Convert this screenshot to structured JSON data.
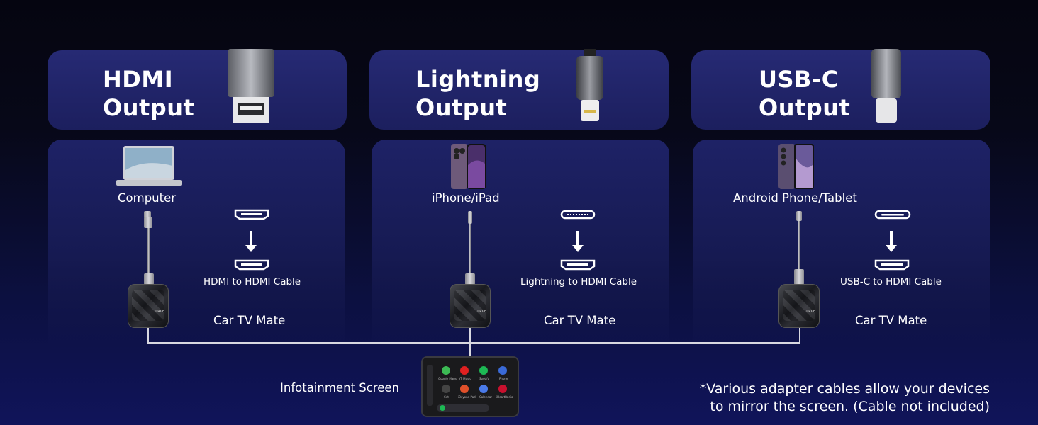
{
  "headers": [
    {
      "line1": "HDMI",
      "line2": "Output",
      "connector_icon": "hdmi-plug-icon"
    },
    {
      "line1": "Lightning",
      "line2": "Output",
      "connector_icon": "lightning-plug-icon"
    },
    {
      "line1": "USB-C",
      "line2": "Output",
      "connector_icon": "usb-c-plug-icon"
    }
  ],
  "panels": [
    {
      "source_device": "Computer",
      "source_icon": "laptop-icon",
      "cable_label": "HDMI to HDMI Cable",
      "device_label": "Car TV Mate"
    },
    {
      "source_device": "iPhone/iPad",
      "source_icon": "iphone-icon",
      "cable_label": "Lightning to HDMI Cable",
      "device_label": "Car TV Mate"
    },
    {
      "source_device": "Android Phone/Tablet",
      "source_icon": "android-phone-icon",
      "cable_label": "USB-C to HDMI Cable",
      "device_label": "Car TV Mate"
    }
  ],
  "screen_label": "Infotainment Screen",
  "note_line1": "*Various adapter cables allow your devices",
  "note_line2": "to mirror the screen. (Cable not included)",
  "screen_apps": [
    "Google Maps",
    "YT Music",
    "Spotify",
    "Phone",
    "Cet",
    "iBeyond Pad",
    "Calendar",
    "iHeartRadio"
  ],
  "colors": {
    "header_bg": "#262a74",
    "panel_bg": "#1e2266",
    "page_bg": "#050510"
  }
}
